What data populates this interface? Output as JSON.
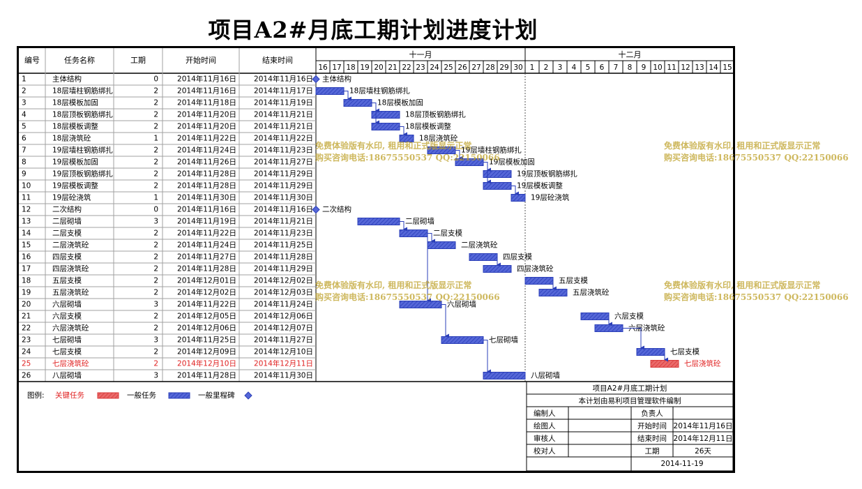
{
  "title": "项目A2#月底工期计划进度计划",
  "columns": {
    "id": "编号",
    "name": "任务名称",
    "duration": "工期",
    "start": "开始时间",
    "end": "结束时间"
  },
  "timeline": {
    "months": [
      {
        "label": "十一月",
        "days": [
          "16",
          "17",
          "18",
          "19",
          "20",
          "21",
          "22",
          "23",
          "24",
          "25",
          "26",
          "27",
          "28",
          "29",
          "30"
        ]
      },
      {
        "label": "十二月",
        "days": [
          "1",
          "2",
          "3",
          "4",
          "5",
          "6",
          "7",
          "8",
          "9",
          "10",
          "11",
          "12",
          "13",
          "14",
          "15"
        ]
      }
    ]
  },
  "tasks": [
    {
      "id": "1",
      "name": "主体结构",
      "duration": "0",
      "start": "2014年11月16日",
      "end": "2014年11月16日",
      "bar_label": "主体结构",
      "milestone": true,
      "critical": false,
      "s": 0,
      "e": 0
    },
    {
      "id": "2",
      "name": "18层墙柱钢筋绑扎",
      "duration": "2",
      "start": "2014年11月16日",
      "end": "2014年11月17日",
      "bar_label": "18层墙柱钢筋绑扎",
      "milestone": false,
      "critical": false,
      "s": 0,
      "e": 2
    },
    {
      "id": "3",
      "name": "18层模板加固",
      "duration": "2",
      "start": "2014年11月18日",
      "end": "2014年11月19日",
      "bar_label": "18层模板加固",
      "milestone": false,
      "critical": false,
      "s": 2,
      "e": 4
    },
    {
      "id": "4",
      "name": "18层顶板钢筋绑扎",
      "duration": "2",
      "start": "2014年11月20日",
      "end": "2014年11月21日",
      "bar_label": "18层顶板钢筋绑扎",
      "milestone": false,
      "critical": false,
      "s": 4,
      "e": 6
    },
    {
      "id": "5",
      "name": "18层模板调整",
      "duration": "2",
      "start": "2014年11月20日",
      "end": "2014年11月21日",
      "bar_label": "18层模板调整",
      "milestone": false,
      "critical": false,
      "s": 4,
      "e": 6
    },
    {
      "id": "6",
      "name": "18层浇筑砼",
      "duration": "1",
      "start": "2014年11月22日",
      "end": "2014年11月22日",
      "bar_label": "18层浇筑砼",
      "milestone": false,
      "critical": false,
      "s": 6,
      "e": 7
    },
    {
      "id": "7",
      "name": "19层墙柱钢筋绑扎",
      "duration": "2",
      "start": "2014年11月24日",
      "end": "2014年11月23日",
      "bar_label": "19层墙柱钢筋绑扎",
      "milestone": false,
      "critical": false,
      "s": 8,
      "e": 10
    },
    {
      "id": "8",
      "name": "19层模板加固",
      "duration": "2",
      "start": "2014年11月26日",
      "end": "2014年11月27日",
      "bar_label": "19层模板加固",
      "milestone": false,
      "critical": false,
      "s": 10,
      "e": 12
    },
    {
      "id": "9",
      "name": "19层顶板钢筋绑扎",
      "duration": "2",
      "start": "2014年11月28日",
      "end": "2014年11月29日",
      "bar_label": "19层顶板钢筋绑扎",
      "milestone": false,
      "critical": false,
      "s": 12,
      "e": 14
    },
    {
      "id": "10",
      "name": "19层模板调整",
      "duration": "2",
      "start": "2014年11月28日",
      "end": "2014年11月29日",
      "bar_label": "19层模板调整",
      "milestone": false,
      "critical": false,
      "s": 12,
      "e": 14
    },
    {
      "id": "11",
      "name": "19层砼浇筑",
      "duration": "1",
      "start": "2014年11月30日",
      "end": "2014年11月30日",
      "bar_label": "19层砼浇筑",
      "milestone": false,
      "critical": false,
      "s": 14,
      "e": 15
    },
    {
      "id": "12",
      "name": "二次结构",
      "duration": "0",
      "start": "2014年11月16日",
      "end": "2014年11月16日",
      "bar_label": "二次结构",
      "milestone": true,
      "critical": false,
      "s": 0,
      "e": 0
    },
    {
      "id": "13",
      "name": "二层砌墙",
      "duration": "3",
      "start": "2014年11月19日",
      "end": "2014年11月21日",
      "bar_label": "二层砌墙",
      "milestone": false,
      "critical": false,
      "s": 3,
      "e": 6
    },
    {
      "id": "14",
      "name": "二层支模",
      "duration": "2",
      "start": "2014年11月22日",
      "end": "2014年11月23日",
      "bar_label": "二层支模",
      "milestone": false,
      "critical": false,
      "s": 6,
      "e": 8
    },
    {
      "id": "15",
      "name": "二层浇筑砼",
      "duration": "2",
      "start": "2014年11月24日",
      "end": "2014年11月25日",
      "bar_label": "二层浇筑砼",
      "milestone": false,
      "critical": false,
      "s": 8,
      "e": 10
    },
    {
      "id": "16",
      "name": "四层支模",
      "duration": "2",
      "start": "2014年11月27日",
      "end": "2014年11月28日",
      "bar_label": "四层支模",
      "milestone": false,
      "critical": false,
      "s": 11,
      "e": 13
    },
    {
      "id": "17",
      "name": "四层浇筑砼",
      "duration": "2",
      "start": "2014年11月28日",
      "end": "2014年11月29日",
      "bar_label": "四层浇筑砼",
      "milestone": false,
      "critical": false,
      "s": 12,
      "e": 14
    },
    {
      "id": "18",
      "name": "五层支模",
      "duration": "2",
      "start": "2014年12月01日",
      "end": "2014年12月02日",
      "bar_label": "五层支模",
      "milestone": false,
      "critical": false,
      "s": 15,
      "e": 17
    },
    {
      "id": "19",
      "name": "五层浇筑砼",
      "duration": "2",
      "start": "2014年12月02日",
      "end": "2014年12月03日",
      "bar_label": "五层浇筑砼",
      "milestone": false,
      "critical": false,
      "s": 16,
      "e": 18
    },
    {
      "id": "20",
      "name": "六层砌墙",
      "duration": "3",
      "start": "2014年11月22日",
      "end": "2014年11月24日",
      "bar_label": "六层砌墙",
      "milestone": false,
      "critical": false,
      "s": 6,
      "e": 9
    },
    {
      "id": "21",
      "name": "六层支模",
      "duration": "2",
      "start": "2014年12月05日",
      "end": "2014年12月06日",
      "bar_label": "六层支模",
      "milestone": false,
      "critical": false,
      "s": 19,
      "e": 21
    },
    {
      "id": "22",
      "name": "六层浇筑砼",
      "duration": "2",
      "start": "2014年12月06日",
      "end": "2014年12月07日",
      "bar_label": "六层浇筑砼",
      "milestone": false,
      "critical": false,
      "s": 20,
      "e": 22
    },
    {
      "id": "23",
      "name": "七层砌墙",
      "duration": "3",
      "start": "2014年11月25日",
      "end": "2014年11月27日",
      "bar_label": "七层砌墙",
      "milestone": false,
      "critical": false,
      "s": 9,
      "e": 12
    },
    {
      "id": "24",
      "name": "七层支模",
      "duration": "2",
      "start": "2014年12月09日",
      "end": "2014年12月10日",
      "bar_label": "七层支模",
      "milestone": false,
      "critical": false,
      "s": 23,
      "e": 25
    },
    {
      "id": "25",
      "name": "七层浇筑砼",
      "duration": "2",
      "start": "2014年12月10日",
      "end": "2014年12月11日",
      "bar_label": "七层浇筑砼",
      "milestone": false,
      "critical": true,
      "s": 24,
      "e": 26
    },
    {
      "id": "26",
      "name": "八层砌墙",
      "duration": "3",
      "start": "2014年11月28日",
      "end": "2014年11月30日",
      "bar_label": "八层砌墙",
      "milestone": false,
      "critical": false,
      "s": 12,
      "e": 15
    }
  ],
  "links": [
    [
      2,
      3
    ],
    [
      3,
      4
    ],
    [
      3,
      5
    ],
    [
      5,
      6
    ],
    [
      7,
      8
    ],
    [
      8,
      9
    ],
    [
      8,
      10
    ],
    [
      10,
      11
    ],
    [
      13,
      14
    ],
    [
      14,
      15
    ],
    [
      14,
      20
    ],
    [
      16,
      17
    ],
    [
      18,
      19
    ],
    [
      20,
      23
    ],
    [
      21,
      22
    ],
    [
      22,
      24
    ],
    [
      24,
      25
    ],
    [
      23,
      26
    ]
  ],
  "legend": {
    "label": "图例:",
    "critical": "关键任务",
    "normal": "一般任务",
    "milestone": "一般里程碑"
  },
  "info": {
    "project": "项目A2#月底工期计划",
    "software": "本计划由易利项目管理软件编制",
    "compiler": "编制人",
    "manager": "负责人",
    "drawer": "绘图人",
    "start_label": "开始时间",
    "start_value": "2014年11月16日",
    "reviewer": "审核人",
    "end_label": "结束时间",
    "end_value": "2014年12月11日",
    "proofreader": "校对人",
    "duration_label": "工期",
    "duration_value": "26天",
    "date": "2014-11-19"
  },
  "watermark": {
    "line1": "免费体验版有水印, 租用和正式版显示正常",
    "line2": "购买咨询电话:18675550537 QQ:22150066"
  },
  "colors": {
    "bar": "#2b3fb8",
    "bar_fill": "#5567d8",
    "critical": "#d83a3a",
    "critical_fill": "#ea6a6a",
    "grid": "#a0a0a0",
    "link": "#2b3fb8",
    "critical_text": "#e02020"
  }
}
